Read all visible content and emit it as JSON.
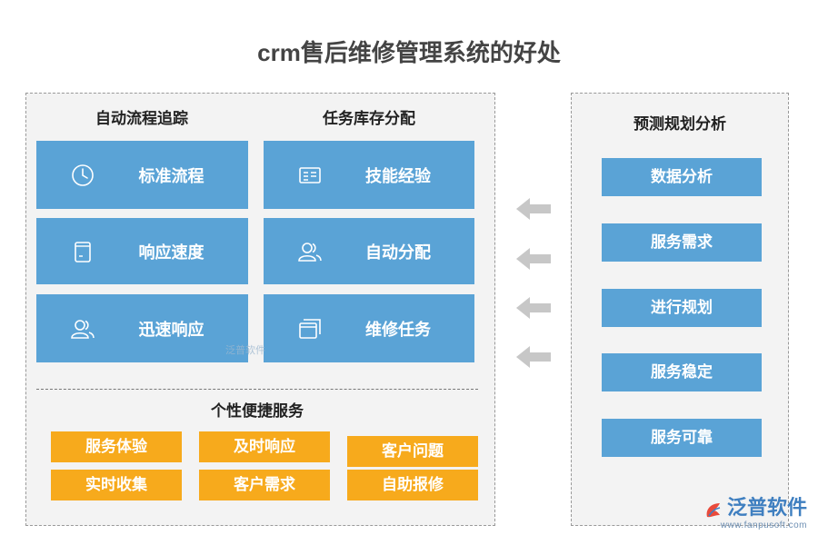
{
  "title": "crm售后维修管理系统的好处",
  "left_panel": {
    "col1_heading": "自动流程追踪",
    "col2_heading": "任务库存分配",
    "col1_cards": [
      {
        "label": "标准流程",
        "icon": "clock-icon"
      },
      {
        "label": "响应速度",
        "icon": "document-icon"
      },
      {
        "label": "迅速响应",
        "icon": "users-icon"
      }
    ],
    "col2_cards": [
      {
        "label": "技能经验",
        "icon": "form-icon"
      },
      {
        "label": "自动分配",
        "icon": "users-icon"
      },
      {
        "label": "维修任务",
        "icon": "windows-icon"
      }
    ],
    "personal_heading": "个性便捷服务",
    "personal_tags": [
      "服务体验",
      "及时响应",
      "客户问题",
      "实时收集",
      "客户需求",
      "自助报修"
    ]
  },
  "right_panel": {
    "heading": "预测规划分析",
    "items": [
      "数据分析",
      "服务需求",
      "进行规划",
      "服务稳定",
      "服务可靠"
    ]
  },
  "arrow_direction": "left",
  "colors": {
    "blue": "#5aa3d6",
    "orange": "#f7aa1c",
    "arrow": "#c7c7c7"
  },
  "watermark_inner": "泛普软件",
  "brand": {
    "name": "泛普软件",
    "url": "www.fanpusoft.com"
  }
}
